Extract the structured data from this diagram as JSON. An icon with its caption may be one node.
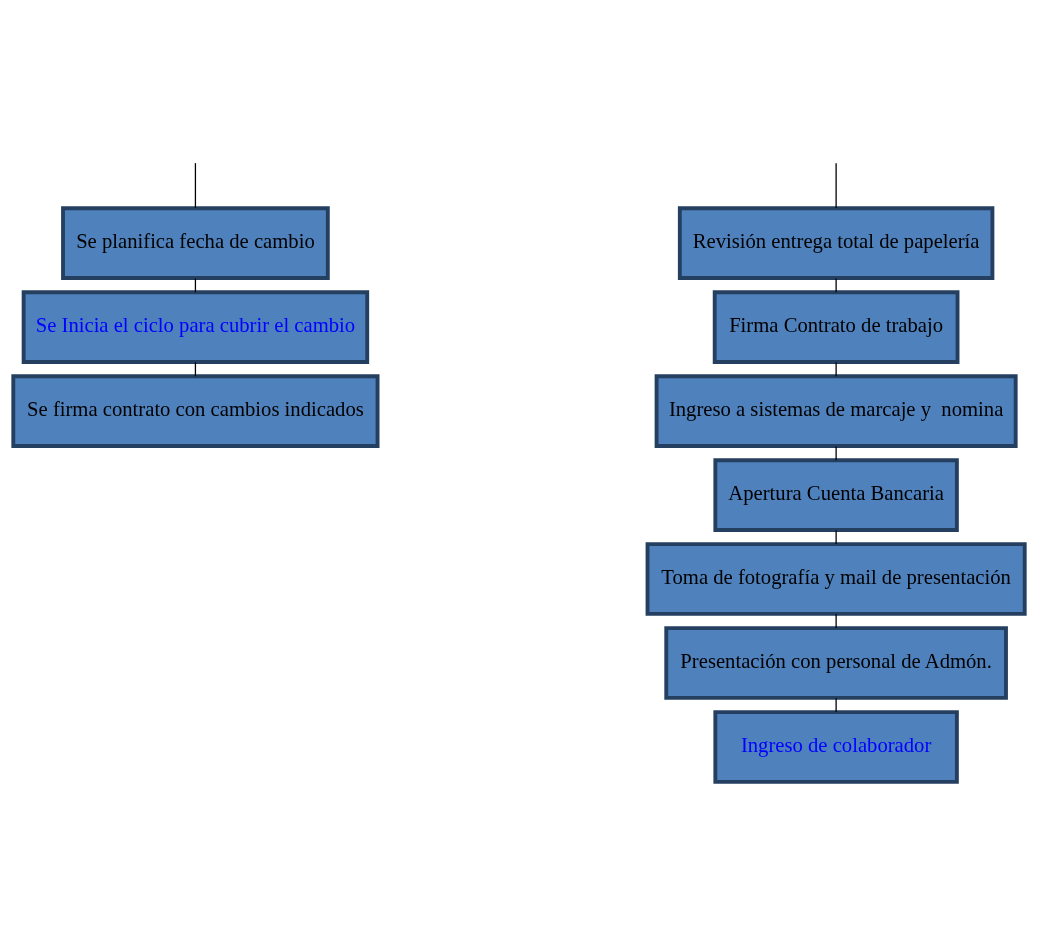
{
  "diagram": {
    "nodes": [
      {
        "text": [
          "Se planifica fecha de cambio"
        ]
      },
      {
        "text": [
          "Se Inicia el ciclo para cubrir el cambio"
        ]
      },
      {
        "text": [
          "Se firma contrato con cambios indicados"
        ]
      },
      {
        "text": [
          "Revisión entrega total de papelería"
        ]
      },
      {
        "text": [
          "Firma Contrato de trabajo"
        ]
      },
      {
        "text": [
          "Ingreso a sistemas de marcaje y  nomina"
        ]
      },
      {
        "text": [
          "Apertura Cuenta Bancaria"
        ]
      },
      {
        "text": [
          "Toma de fotografía y mail de presentación"
        ]
      },
      {
        "text": [
          "Presentación con personal de Admón."
        ]
      },
      {
        "text": [
          "Ingreso de colaborador"
        ]
      }
    ],
    "edges": [
      {
        "from": null,
        "to": 0,
        "arrow": "none"
      },
      {
        "from": 0,
        "to": 1,
        "arrow": "none"
      },
      {
        "from": 1,
        "to": 2,
        "arrow": "none"
      },
      {
        "from": null,
        "to": 3,
        "arrow": "none"
      },
      {
        "from": 3,
        "to": 4,
        "arrow": "none"
      },
      {
        "from": 4,
        "to": 5,
        "arrow": "none"
      },
      {
        "from": 5,
        "to": 6,
        "arrow": "none"
      },
      {
        "from": 6,
        "to": 7,
        "arrow": "none"
      },
      {
        "from": 7,
        "to": 8,
        "arrow": "none"
      },
      {
        "from": 8,
        "to": 9,
        "arrow": "none"
      }
    ]
  }
}
